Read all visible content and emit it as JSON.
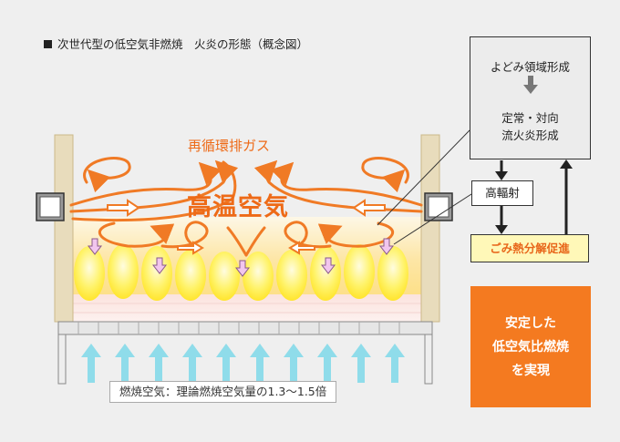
{
  "title": "次世代型の低空気非燃焼　火炎の形態（概念図）",
  "diagram": {
    "exhaust_label": "再循環排ガス",
    "hot_air_label": "高温空気",
    "combustion_air_label": "燃焼空気：理論燃焼空気量の1.3〜1.5倍"
  },
  "flow": {
    "stagnation_title": "よどみ領域形成",
    "stagnation_line1": "定常・対向",
    "stagnation_line2": "流火炎形成",
    "radiation": "高輻射",
    "decomposition": "ごみ熱分解促進",
    "result_line1": "安定した",
    "result_line2": "低空気比燃焼",
    "result_line3": "を実現"
  },
  "colors": {
    "flame_orange": "#f07a25",
    "air_arrow": "#8fdcea",
    "result_bg": "#f47a20",
    "decomp_bg": "#fff8b8"
  }
}
